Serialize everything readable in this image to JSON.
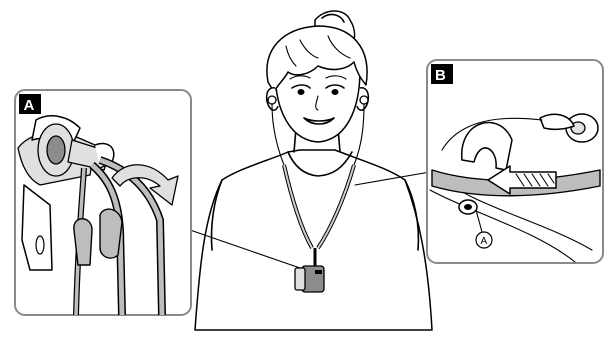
{
  "callout_a": {
    "label": "A"
  },
  "callout_b": {
    "label": "B",
    "part_marker": "A"
  }
}
